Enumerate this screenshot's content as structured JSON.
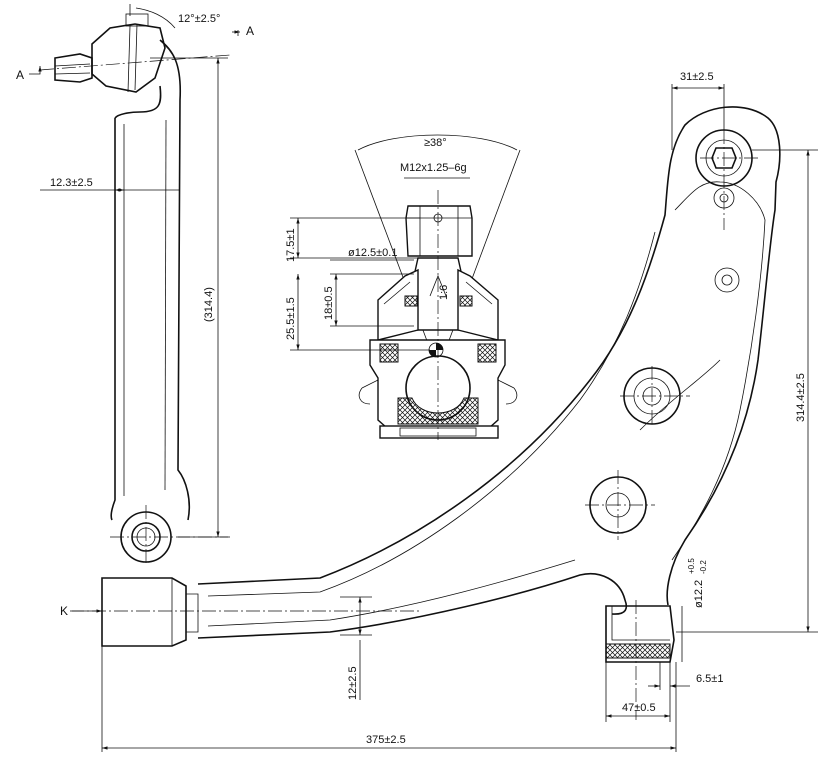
{
  "dimensions": {
    "angle_top": "12°±2.5°",
    "section_mark": "A",
    "offset_left": "12.3±2.5",
    "length_side": "(314.4)",
    "cone_angle": "≥38°",
    "thread": "M12x1.25–6g",
    "stud_length": "17.5±1",
    "stud_dia": "ø12.5±0.1",
    "taper_len": "18±0.5",
    "body_height": "25.5±1.5",
    "taper": "1:6",
    "top_width": "31±2.5",
    "length_main": "314.4±2.5",
    "bush_dia": "ø12.2",
    "bush_tol_upper": "+0.5",
    "bush_tol_lower": "-0.2",
    "offset_bottom": "12±2.5",
    "bush_offset": "6.5±1",
    "bush_width": "47±0.5",
    "overall_length": "375±2.5",
    "view_k": "K"
  }
}
